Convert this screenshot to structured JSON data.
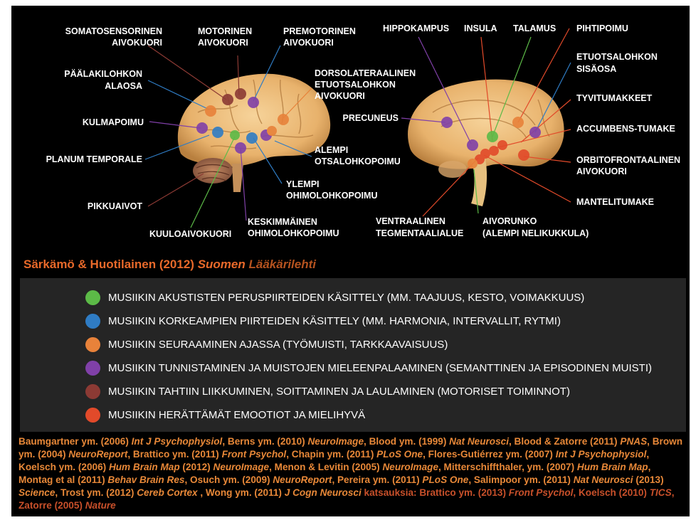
{
  "colors": {
    "green": "#5cba47",
    "blue": "#2f7cc4",
    "orange": "#e8823a",
    "purple": "#8040a8",
    "brown": "#8c3a34",
    "red": "#e24a2a",
    "citation": "#e8692a",
    "refs": "#e88838",
    "legend_bg": "#252525",
    "background": "#000000"
  },
  "labels": {
    "somatosensorinen": [
      "SOMATOSENSORINEN",
      "AIVOKUORI"
    ],
    "motorinen": [
      "MOTORINEN",
      "AIVOKUORI"
    ],
    "premotorinen": [
      "PREMOTORINEN",
      "AIVOKUORI"
    ],
    "paalakilohkon": [
      "PÄÄLAKILOHKON",
      "ALAOSA"
    ],
    "dorsolateraalinen": [
      "DORSOLATERAALINEN",
      "ETUOTSALOHKON",
      "AIVOKUORI"
    ],
    "kulmapoimu": "KULMAPOIMU",
    "planum": "PLANUM TEMPORALE",
    "alempi_otsa": [
      "ALEMPI",
      "OTSALOHKOPOIMU"
    ],
    "ylempi_ohimo": [
      "YLEMPI",
      "OHIMOLOHKOPOIMU"
    ],
    "pikkuaivot": "PIKKUAIVOT",
    "kuuloaivokuori": "KUULOAIVOKUORI",
    "keskimmainen": [
      "KESKIMMÄINEN",
      "OHIMOLOHKOPOIMU"
    ],
    "hippokampus": "HIPPOKAMPUS",
    "insula": "INSULA",
    "talamus": "TALAMUS",
    "pihtipoimu": "PIHTIPOIMU",
    "etuotsalohkon_sisaosa": [
      "ETUOTSALOHKON",
      "SISÄOSA"
    ],
    "tyvitumakkeet": "TYVITUMAKKEET",
    "precuneus": "PRECUNEUS",
    "accumbens": "ACCUMBENS-TUMAKE",
    "orbitofrontaalinen": [
      "ORBITOFRONTAALINEN",
      "AIVOKUORI"
    ],
    "mantelitumake": "MANTELITUMAKE",
    "ventraalinen": [
      "VENTRAALINEN",
      "TEGMENTAALIALUE"
    ],
    "aivorunko": [
      "AIVORUNKO",
      "(ALEMPI NELIKUKKULA)"
    ]
  },
  "citation": {
    "authors": "Särkämö & Huotilainen (2012)",
    "journal1": "Suomen",
    "journal2": "Lääkärilehti"
  },
  "legend": [
    {
      "color": "green",
      "text": "MUSIIKIN AKUSTISTEN PERUSPIIRTEIDEN KÄSITTELY (MM. TAAJUUS, KESTO, VOIMAKKUUS)"
    },
    {
      "color": "blue",
      "text": "MUSIIKIN KORKEAMPIEN PIIRTEIDEN KÄSITTELY (MM. HARMONIA, INTERVALLIT, RYTMI)"
    },
    {
      "color": "orange",
      "text": "MUSIIKIN SEURAAMINEN AJASSA (TYÖMUISTI, TARKKAAVAISUUS)"
    },
    {
      "color": "purple",
      "text": "MUSIIKIN TUNNISTAMINEN JA MUISTOJEN MIELEENPALAAMINEN (SEMANTTINEN JA EPISODINEN MUISTI)"
    },
    {
      "color": "brown",
      "text": "MUSIIKIN TAHTIIN LIIKKUMINEN, SOITTAMINEN JA LAULAMINEN (MOTORISET TOIMINNOT)"
    },
    {
      "color": "red",
      "text": "MUSIIKIN HERÄTTÄMÄT EMOOTIOT JA MIELIHYVÄ"
    }
  ],
  "references": [
    {
      "t": "Baumgartner ym. (2006) "
    },
    {
      "t": "Int J Psychophysiol",
      "i": true
    },
    {
      "t": ", Berns ym. (2010) "
    },
    {
      "t": "NeuroImage",
      "i": true
    },
    {
      "t": ", Blood ym. (1999) "
    },
    {
      "t": "Nat Neurosci",
      "i": true
    },
    {
      "t": ", Blood & Zatorre (2011) "
    },
    {
      "t": "PNAS",
      "i": true
    },
    {
      "t": ", Brown ym. (2004) "
    },
    {
      "t": "NeuroReport",
      "i": true
    },
    {
      "t": ", Brattico ym. (2011) "
    },
    {
      "t": "Front Psychol",
      "i": true
    },
    {
      "t": ", Chapin ym. (2011) "
    },
    {
      "t": "PLoS One",
      "i": true
    },
    {
      "t": ", Flores-Gutiérrez ym. (2007) "
    },
    {
      "t": "Int J Psychophysiol",
      "i": true
    },
    {
      "t": ", Koelsch ym. (2006) "
    },
    {
      "t": "Hum Brain Map",
      "i": true
    },
    {
      "t": " (2012) "
    },
    {
      "t": "NeuroImage",
      "i": true
    },
    {
      "t": ", Menon & Levitin (2005) "
    },
    {
      "t": "NeuroImage",
      "i": true
    },
    {
      "t": ", Mitterschiffthaler, ym. (2007) "
    },
    {
      "t": "Hum Brain Map",
      "i": true
    },
    {
      "t": ", Montag et al (2011) "
    },
    {
      "t": "Behav Brain Res",
      "i": true
    },
    {
      "t": ", Osuch ym. (2009) "
    },
    {
      "t": "NeuroReport",
      "i": true
    },
    {
      "t": ", Pereira ym. (2011) "
    },
    {
      "t": "PLoS One",
      "i": true
    },
    {
      "t": ", Salimpoor ym. (2011) "
    },
    {
      "t": "Nat Neurosci",
      "i": true
    },
    {
      "t": " (2013) "
    },
    {
      "t": "Science",
      "i": true
    },
    {
      "t": ", Trost ym. (2012) "
    },
    {
      "t": "Cereb Cortex",
      "i": true
    },
    {
      "t": " , Wong ym. (2011) "
    },
    {
      "t": "J Cogn Neurosci",
      "i": true
    },
    {
      "t": "  katsauksia: Brattico ym. (2013) ",
      "s": true
    },
    {
      "t": "Front Psychol",
      "i": true,
      "s": true
    },
    {
      "t": ", Koelsch (2010) ",
      "s": true
    },
    {
      "t": "TICS",
      "i": true,
      "s": true
    },
    {
      "t": ", Zatorre (2005) ",
      "s": true
    },
    {
      "t": "Nature",
      "i": true,
      "s": true
    }
  ]
}
